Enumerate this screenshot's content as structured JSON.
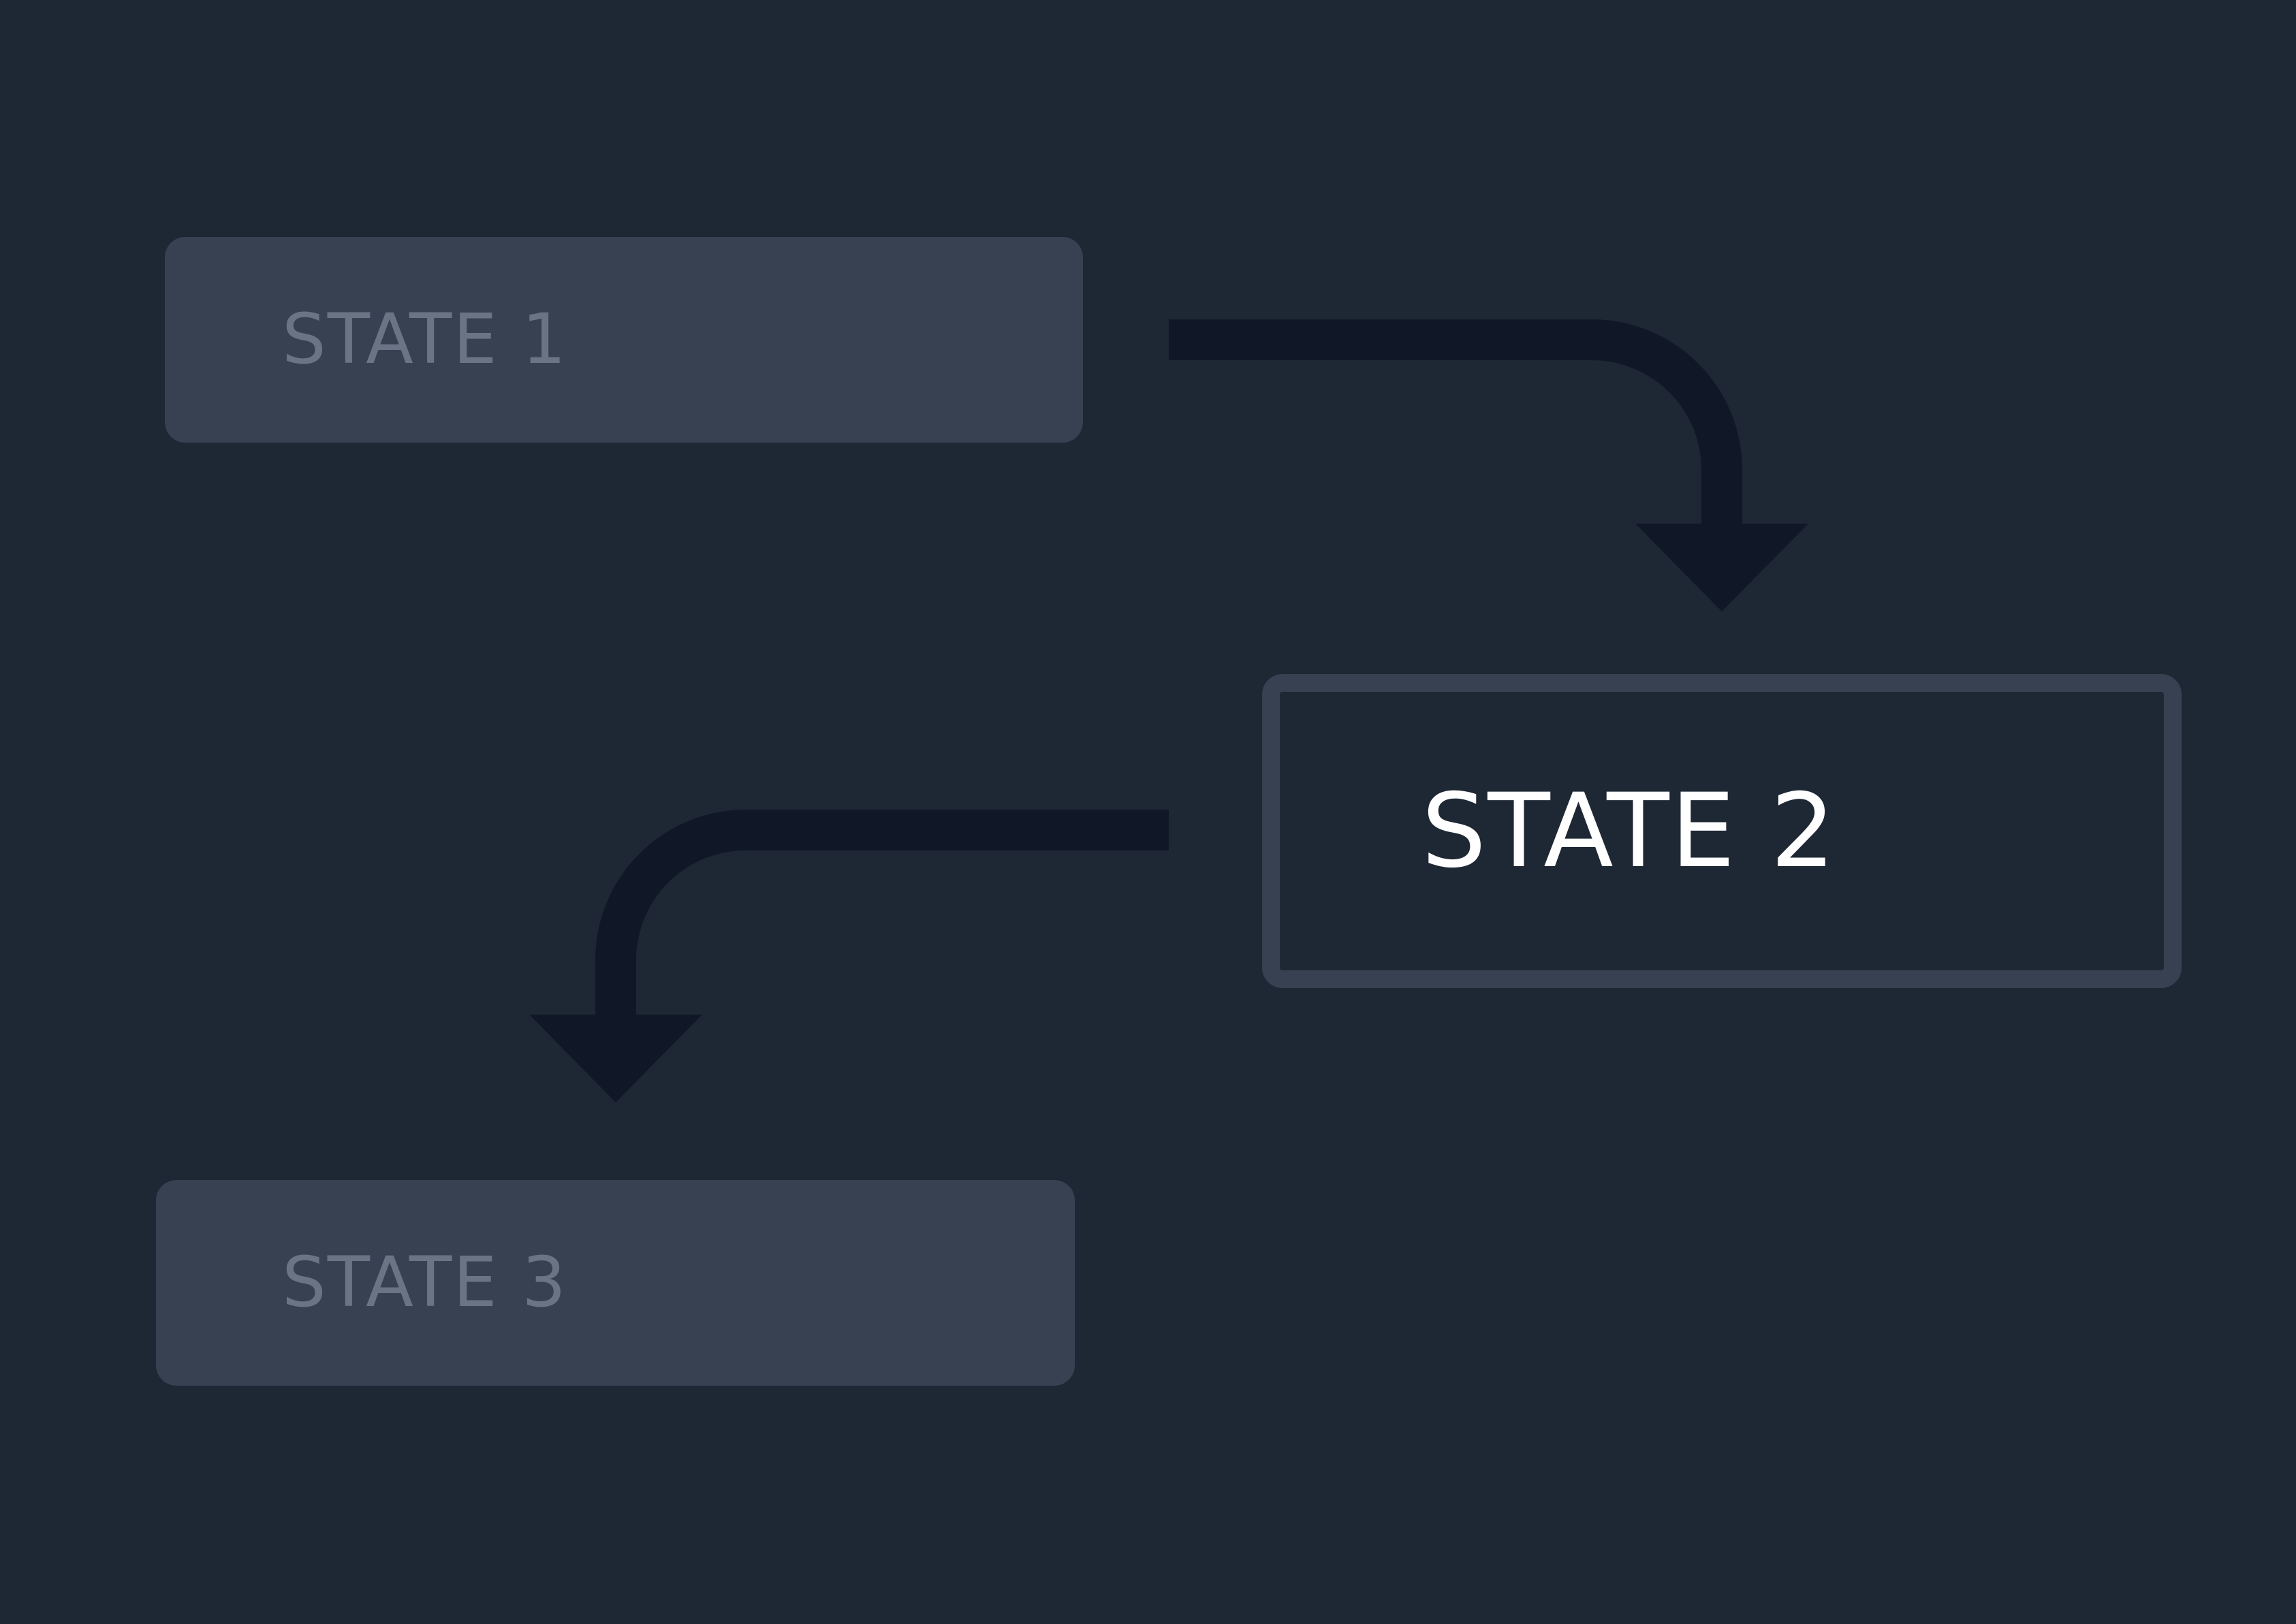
{
  "states": [
    {
      "label": "STATE 1",
      "active": false
    },
    {
      "label": "STATE 2",
      "active": true
    },
    {
      "label": "STATE 3",
      "active": false
    }
  ],
  "transitions": [
    {
      "from": "STATE 1",
      "to": "STATE 2"
    },
    {
      "from": "STATE 2",
      "to": "STATE 3"
    }
  ],
  "colors": {
    "background": "#1e2734",
    "inactive_box": "#384152",
    "inactive_text": "#6b7484",
    "active_border": "#384152",
    "active_text": "#ffffff",
    "arrow": "#101828"
  }
}
